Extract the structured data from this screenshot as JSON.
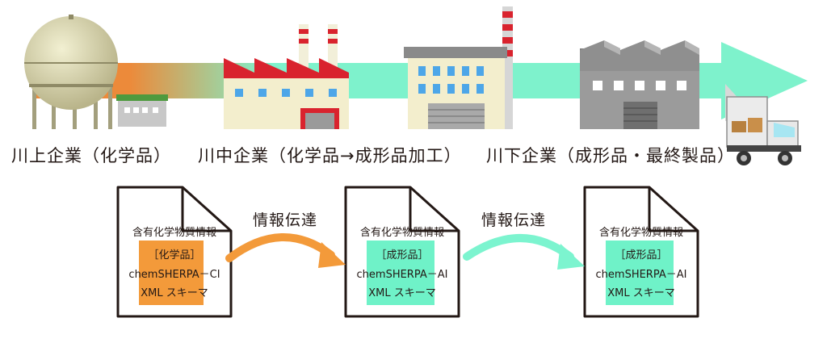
{
  "stages": {
    "upstream": "川上企業（化学品）",
    "midstream": "川中企業（化学品→成形品加工）",
    "downstream": "川下企業（成形品・最終製品）"
  },
  "documents": [
    {
      "title": "含有化学物質情報",
      "category": "［化学品］",
      "format": "chemSHERPA－CI",
      "schema": "XML スキーマ",
      "highlight": "#f39a3a"
    },
    {
      "title": "含有化学物質情報",
      "category": "［成形品］",
      "format": "chemSHERPA－AI",
      "schema": "XML スキーマ",
      "highlight": "#6ff2c8"
    },
    {
      "title": "含有化学物質情報",
      "category": "［成形品］",
      "format": "chemSHERPA－AI",
      "schema": "XML スキーマ",
      "highlight": "#6ff2c8"
    }
  ],
  "flows": [
    {
      "label": "情報伝達",
      "color": "#f39a3a"
    },
    {
      "label": "情報伝達",
      "color": "#7cf4cf"
    }
  ],
  "colors": {
    "arrow_start": "#ec8a3a",
    "arrow_end": "#78f2c9"
  }
}
